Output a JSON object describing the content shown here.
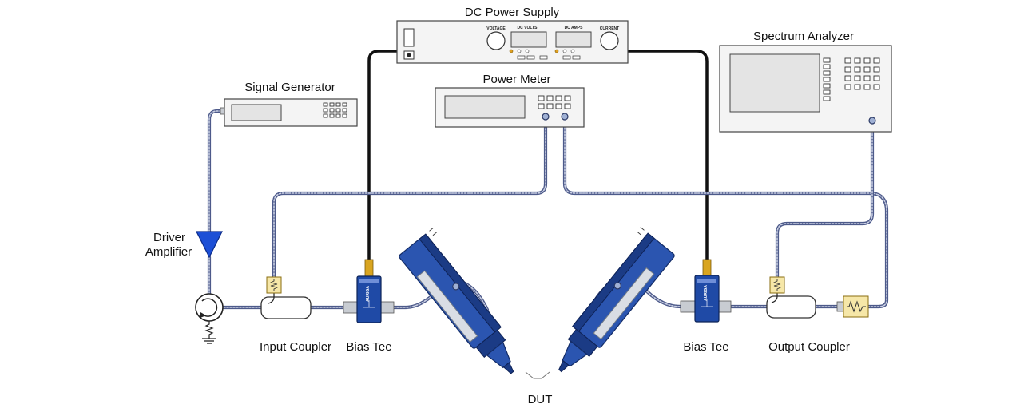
{
  "labels": {
    "dc_power_supply": "DC Power Supply",
    "signal_generator": "Signal Generator",
    "power_meter": "Power Meter",
    "spectrum_analyzer": "Spectrum Analyzer",
    "driver_amplifier_line1": "Driver",
    "driver_amplifier_line2": "Amplifier",
    "input_coupler": "Input Coupler",
    "bias_tee_left": "Bias Tee",
    "bias_tee_right": "Bias Tee",
    "output_coupler": "Output Coupler",
    "dut": "DUT"
  },
  "dc_supply_panel": {
    "voltage_knob": "VOLTAGE",
    "dc_volts": "DC VOLTS",
    "dc_amps": "DC AMPS",
    "current_knob": "CURRENT"
  },
  "bias_tee_brand": "AURIGA",
  "colors": {
    "coax": "#4d5a8a",
    "dc_cable": "#111111",
    "probe": "#2b55b0",
    "driver_amplifier": "#1c4fd6",
    "attenuator": "#f6e7a8"
  }
}
